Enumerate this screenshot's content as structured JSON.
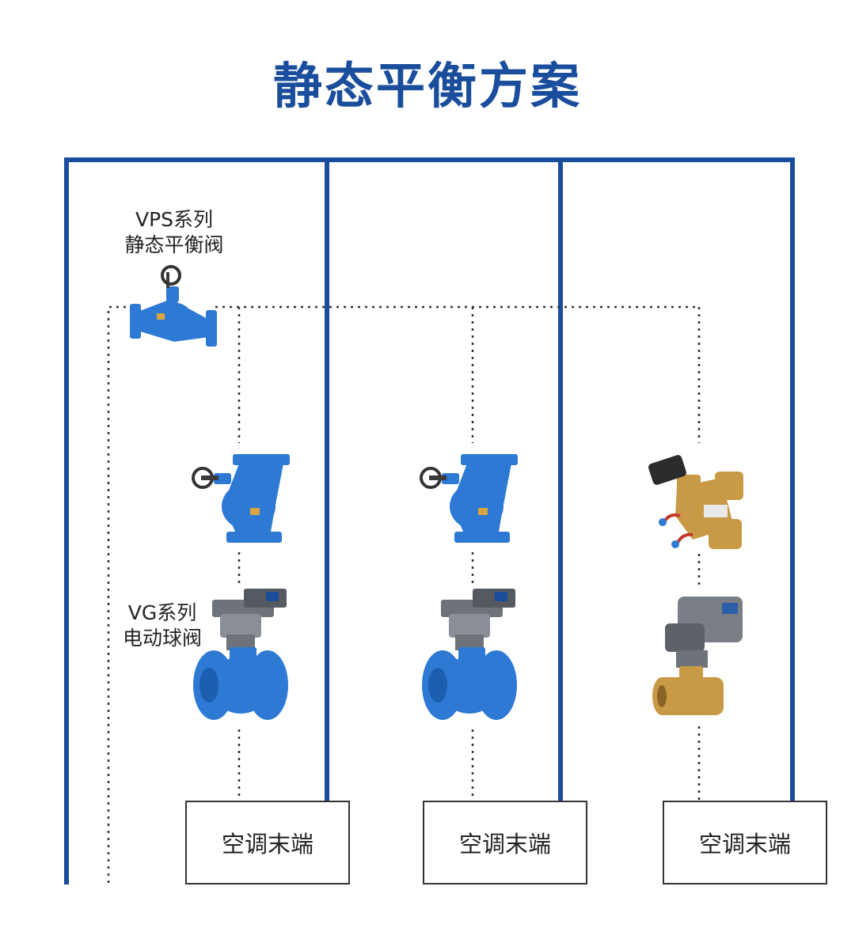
{
  "title": "静态平衡方案",
  "colors": {
    "title": "#1a4d9c",
    "pipe": "#1a4d9c",
    "valve_blue": "#2d79d4",
    "brass": "#c99a45",
    "actuator": "#7a7f86"
  },
  "labels": {
    "vps_series": "VPS系列",
    "vps_name": "静态平衡阀",
    "vg_series": "VG系列",
    "vg_name": "电动球阀"
  },
  "terminals": [
    "空调末端",
    "空调末端",
    "空调末端"
  ]
}
